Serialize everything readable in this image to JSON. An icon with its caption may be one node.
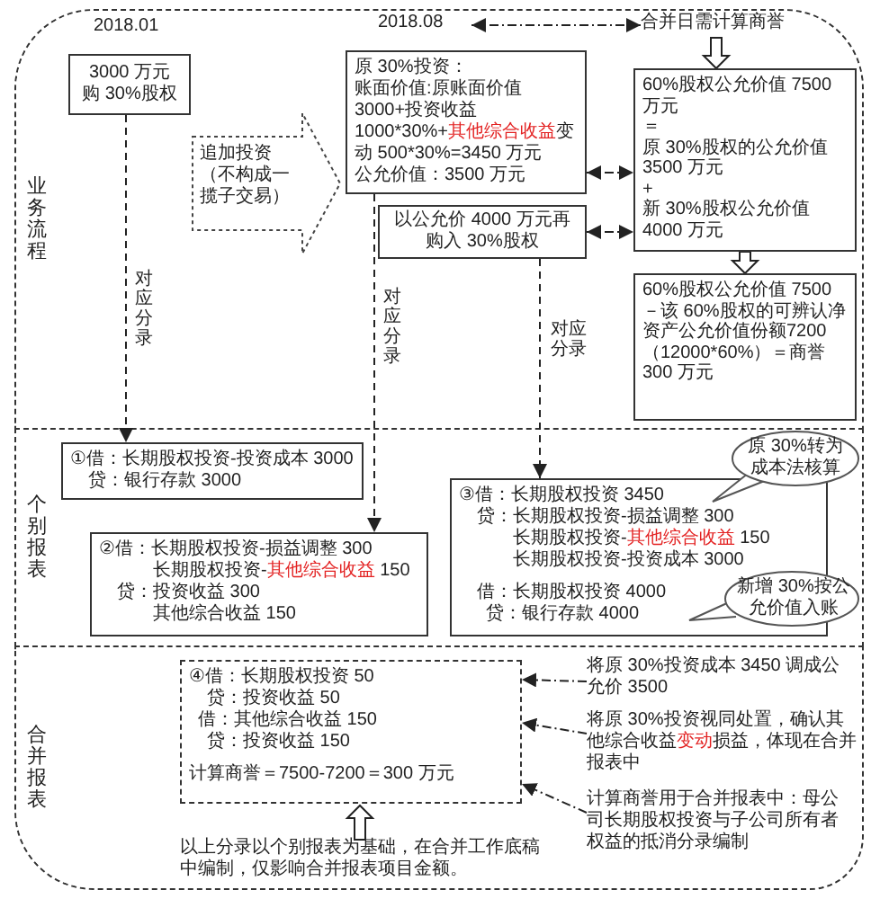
{
  "diagram": {
    "nodes": [
      {
        "text": [
          "业务流程"
        ]
      },
      {
        "text": [
          "3000 万元购 30%股权"
        ],
        "in": 0
      },
      {
        "text": [
          "2018.08"
        ],
        "in": 0
      },
      {
        "text": [
          "合并日需计算商誉"
        ],
        "in": 0
      },
      {
        "text": [
          "原 30%投资：",
          "账面价值:原账面价值 3000+投资收益 1000*30%+**其他综合收益**变动 500*30%=3450 万元",
          "公允价值：3500 万元"
        ],
        "in": 0
      },
      {
        "text": [
          "追加投资（不构成一揽子交易）"
        ],
        "in": 0
      },
      {
        "text": [
          "以公允价 4000 万元再购入 30%股权"
        ],
        "in": 0
      },
      {
        "text": [
          "60%股权公允价值 7500 万元",
          "＝",
          "原 30%股权的公允价值 3500 万元",
          "+",
          "新 30%股权公允价值 4000 万元"
        ],
        "in": 0
      },
      {
        "text": [
          "60%股权公允价值 7500－该 60%股权的可辨认净资产公允价值份额7200（12000*60%）＝商誉 300 万元"
        ],
        "in": 0
      },
      {
        "text": [
          "个别报表"
        ]
      },
      {
        "text": [
          "①借：长期股权投资-投资成本 3000",
          "贷：银行存款 3000"
        ],
        "in": 9
      },
      {
        "text": [
          "②借：长期股权投资-损益调整 300",
          "长期股权投资-**其他综合收益** 150",
          "贷：投资收益 300",
          "其他综合收益 150"
        ],
        "in": 9
      },
      {
        "text": [
          "③借：长期股权投资 3450",
          "贷：长期股权投资-损益调整 300",
          "长期股权投资-**其他综合收益** 150",
          "长期股权投资-投资成本 3000",
          "借：长期股权投资 4000",
          "贷：银行存款 4000"
        ],
        "in": 9
      },
      {
        "text": [
          "原 30%转为成本法核算"
        ],
        "in": 9
      },
      {
        "text": [
          "新增 30%按公允价值入账"
        ],
        "in": 9
      },
      {
        "text": [
          "合并报表"
        ]
      },
      {
        "text": [
          "④借：长期股权投资 50",
          "贷：投资收益 50",
          "借：其他综合收益 150",
          "贷：投资收益 150",
          "计算商誉＝7500-7200＝300 万元"
        ],
        "in": 15
      },
      {
        "text": [
          "将原 30%投资成本 3450 调成公允价 3500"
        ],
        "in": 15
      },
      {
        "text": [
          "将原 30%投资视同处置，确认其他综合收益**变动**损益，体现在合并报表中"
        ],
        "in": 15
      },
      {
        "text": [
          "计算商誉用于合并报表中：母公司长期股权投资与子公司所有者权益的抵消分录编制"
        ],
        "in": 15
      },
      {
        "text": [
          "以上分录以个别报表为基础，在合并工作底稿中编制，仅影响合并报表项目金额。"
        ],
        "in": 15
      }
    ],
    "edges": [
      {
        "from": 2,
        "to": 3,
        "arrow": "both"
      },
      {
        "from": 3,
        "to": 7,
        "arrow": "to",
        "style": "thick"
      },
      {
        "from": 7,
        "to": 8,
        "arrow": "to",
        "style": "thick"
      },
      {
        "from": 4,
        "to": 7,
        "arrow": "both"
      },
      {
        "from": 6,
        "to": 7,
        "arrow": "both"
      },
      {
        "from": 1,
        "to": 10,
        "arrow": "to",
        "style": "dashed",
        "label": "对应分录"
      },
      {
        "from": 4,
        "to": 11,
        "arrow": "to",
        "style": "dashed",
        "label": "对应分录"
      },
      {
        "from": 6,
        "to": 12,
        "arrow": "to",
        "style": "dashed",
        "label": "对应分录"
      },
      {
        "from": 17,
        "to": 16,
        "arrow": "to"
      },
      {
        "from": 18,
        "to": 16,
        "arrow": "to"
      },
      {
        "from": 19,
        "to": 16,
        "arrow": "to"
      },
      {
        "from": 20,
        "to": 16,
        "arrow": "to",
        "style": "thick"
      }
    ],
    "labels": [
      "2018.01"
    ]
  }
}
